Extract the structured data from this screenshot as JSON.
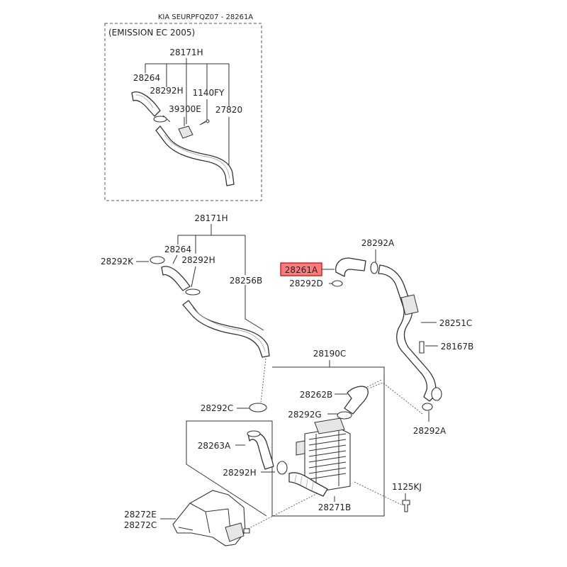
{
  "header": {
    "catalog_ref": "KIA SEURPFQZ07 - 28261A"
  },
  "emission_box": {
    "title": "(EMISSION EC 2005)",
    "labels": {
      "assembly": "28171H",
      "hose": "28264",
      "clamp": "28292H",
      "bolt": "1140FY",
      "bracket": "39300E",
      "pipe": "27820"
    }
  },
  "intake_assembly": {
    "labels": {
      "assembly": "28171H",
      "hose": "28264",
      "clamp_k": "28292K",
      "clamp_h": "28292H",
      "pipe": "28256B",
      "clamp_c": "28292C"
    }
  },
  "intercooler_hose": {
    "highlighted_label": "28261A",
    "highlight_color": "#ff7a7a",
    "labels": {
      "clamp_a_top": "28292A",
      "clamp_d": "28292D",
      "pipe": "28251C",
      "bolt": "28167B",
      "clamp_a_bottom": "28292A"
    }
  },
  "intercooler": {
    "labels": {
      "assembly": "28190C",
      "hose_b": "28262B",
      "clamp_g": "28292G",
      "hose_a": "28263A",
      "clamp_h": "28292H",
      "cooler": "28271B",
      "bolt": "1125KJ",
      "duct_e": "28272E",
      "duct_c": "28272C"
    }
  }
}
